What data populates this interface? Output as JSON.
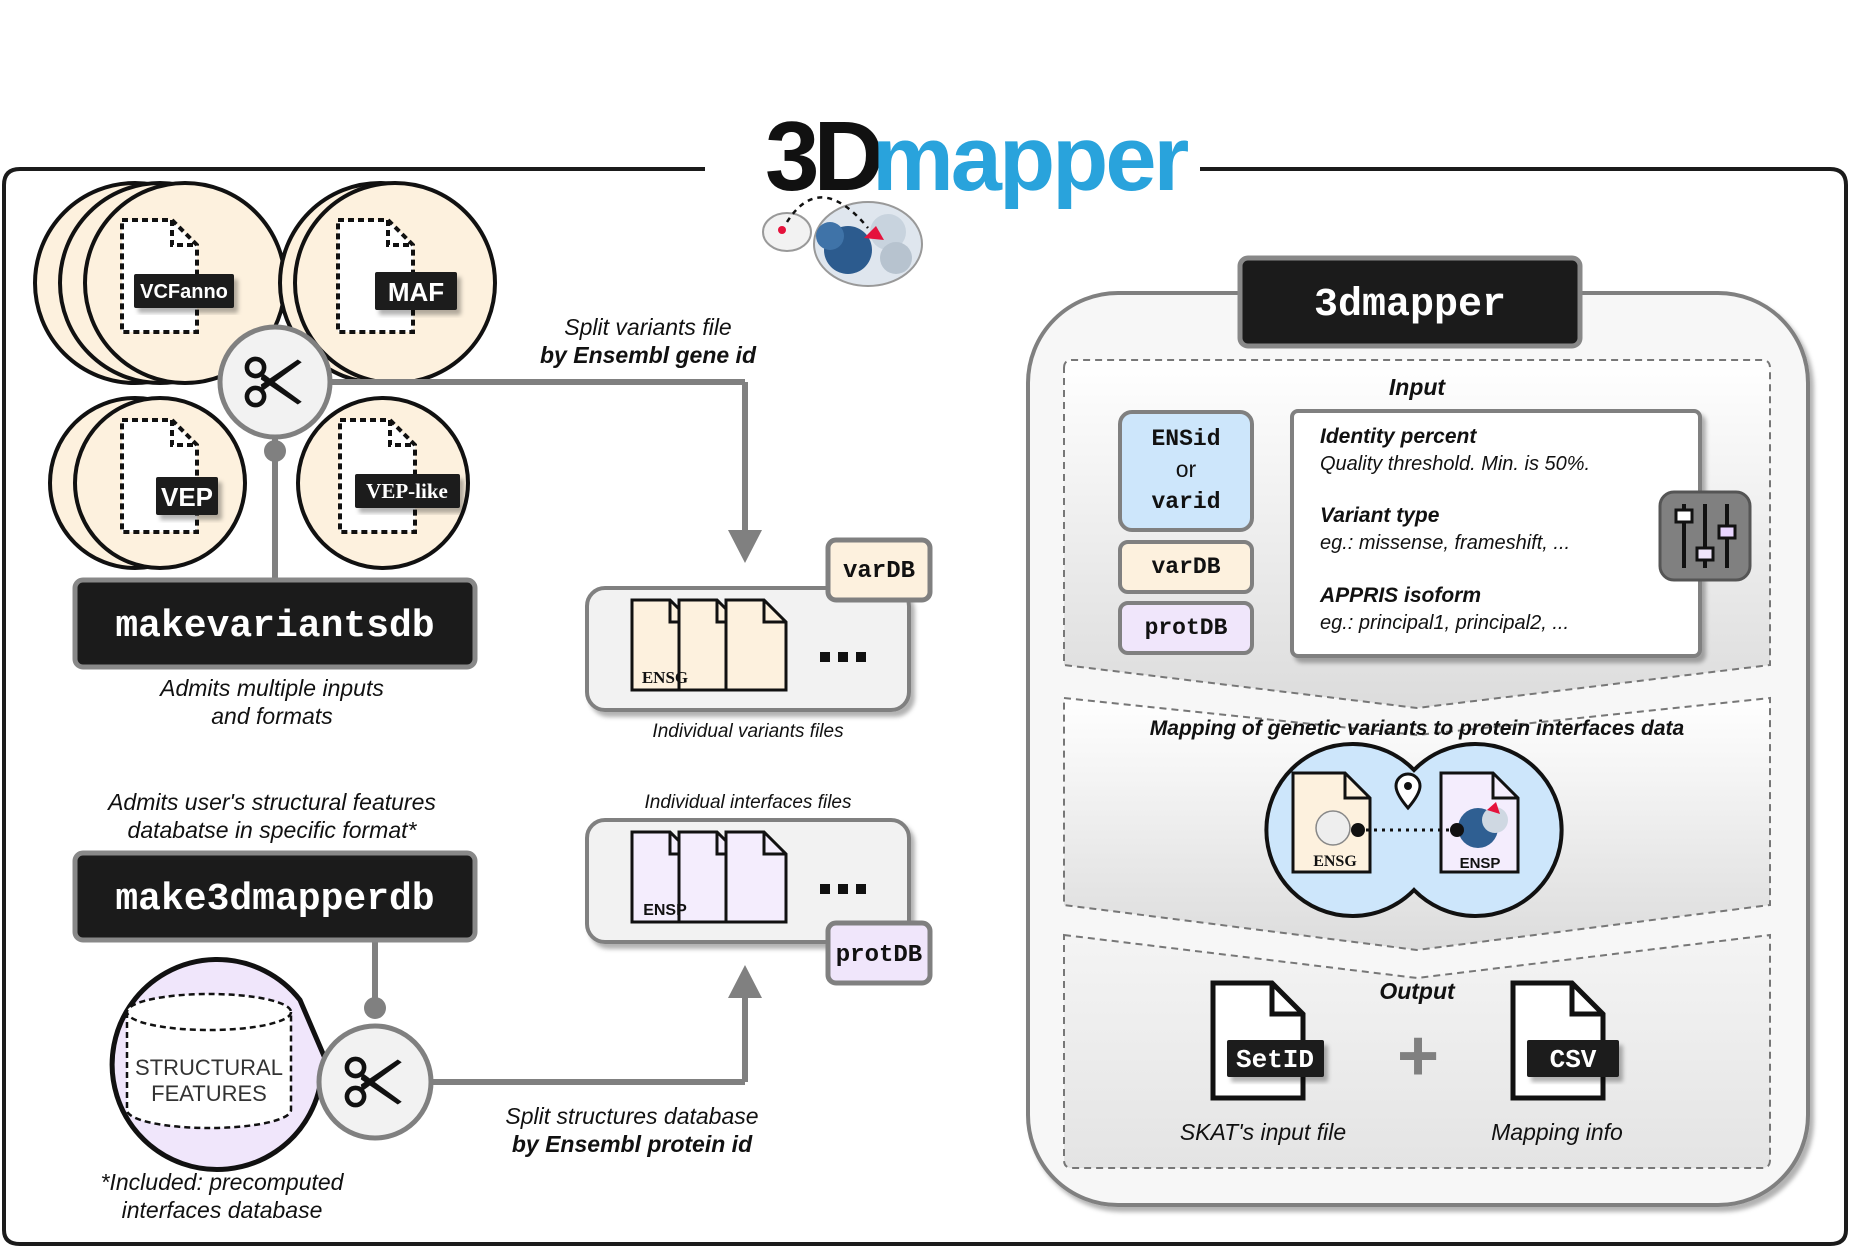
{
  "logo": {
    "part1": "3D",
    "part2": "mapper",
    "color_dark": "#111111",
    "color_blue": "#29a3dc"
  },
  "colors": {
    "cream": "#fdf1de",
    "lavender": "#f0e6fb",
    "lightblue": "#cde6fb",
    "dark": "#1b1b1b",
    "grey": "#808080"
  },
  "input_formats": [
    "VCFanno",
    "MAF",
    "VEP",
    "VEP-like"
  ],
  "makevariantsdb": {
    "label": "makevariantsdb",
    "caption_line1": "Admits multiple inputs",
    "caption_line2": "and formats"
  },
  "split_variants": {
    "line1": "Split variants file",
    "line2": "by Ensembl gene id"
  },
  "vardb_panel": {
    "badge": "varDB",
    "file_label": "ENSG",
    "caption": "Individual variants files"
  },
  "make3dmapperdb": {
    "label": "make3dmapperdb",
    "caption_line1": "Admits user's structural features",
    "caption_line2": "databatse in specific format*"
  },
  "structural_features": {
    "line1": "STRUCTURAL",
    "line2": "FEATURES"
  },
  "included_note": {
    "line1": "*Included: precomputed",
    "line2": "interfaces database"
  },
  "split_structures": {
    "line1": "Split structures database",
    "line2": "by Ensembl protein id"
  },
  "protdb_panel": {
    "badge": "protDB",
    "file_label": "ENSP",
    "caption": "Individual interfaces files"
  },
  "mapper": {
    "title": "3dmapper",
    "input_heading": "Input",
    "id_box": {
      "line1": "ENSid",
      "line2": "or",
      "line3": "varid"
    },
    "vardb": "varDB",
    "protdb": "protDB",
    "params": [
      {
        "name": "Identity percent",
        "desc": "Quality threshold. Min. is 50%."
      },
      {
        "name": "Variant type",
        "desc": "eg.: missense, frameshift, ..."
      },
      {
        "name": "APPRIS isoform",
        "desc": "eg.: principal1, principal2, ..."
      }
    ],
    "mapping_heading": "Mapping of genetic variants to protein interfaces data",
    "mapping_ensg": "ENSG",
    "mapping_ensp": "ENSP",
    "output_heading": "Output",
    "output_files": [
      {
        "badge": "SetID",
        "caption": "SKAT's input file"
      },
      {
        "badge": "CSV",
        "caption": "Mapping info"
      }
    ],
    "plus": "+"
  }
}
